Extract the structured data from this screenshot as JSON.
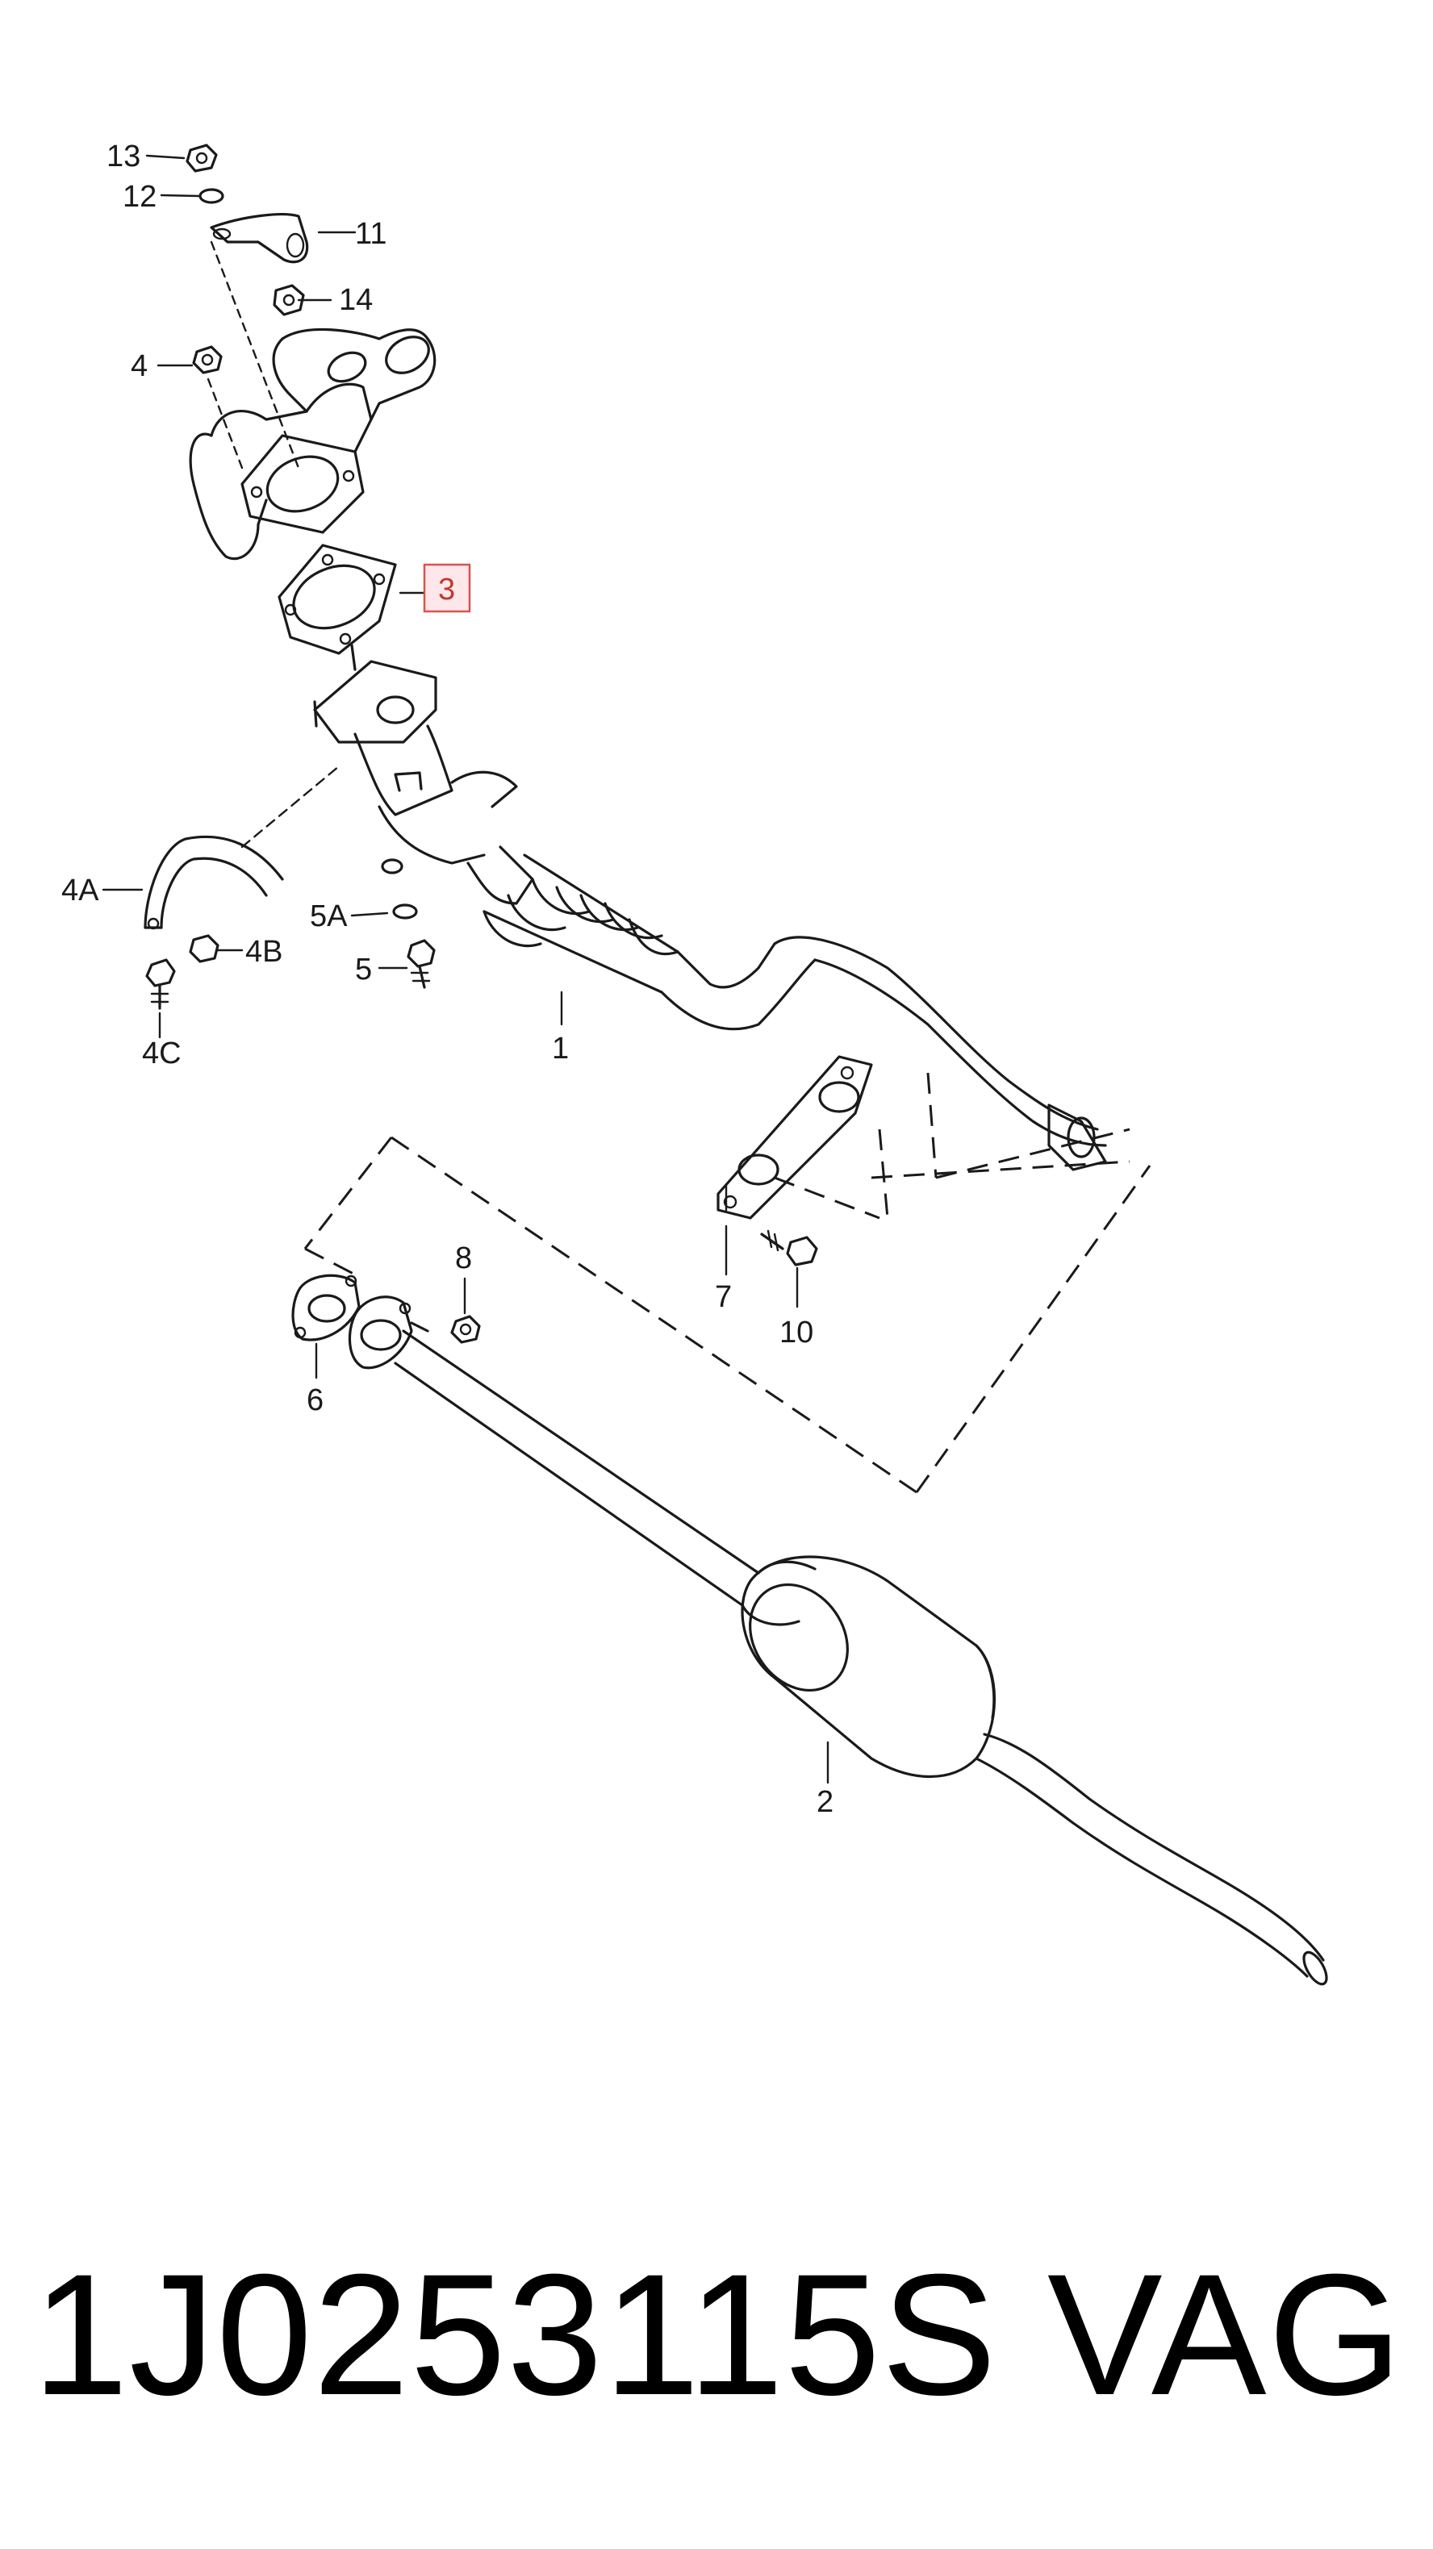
{
  "callouts": {
    "c1": "1",
    "c2": "2",
    "c3": "3",
    "c4": "4",
    "c4A": "4A",
    "c4B": "4B",
    "c4C": "4C",
    "c5": "5",
    "c5A": "5A",
    "c6": "6",
    "c7": "7",
    "c8": "8",
    "c10": "10",
    "c11": "11",
    "c12": "12",
    "c13": "13",
    "c14": "14"
  },
  "highlighted_callout": "3",
  "highlight_color": "#d9534f",
  "footer": {
    "part_number": "1J0253115S",
    "brand": "VAG"
  }
}
